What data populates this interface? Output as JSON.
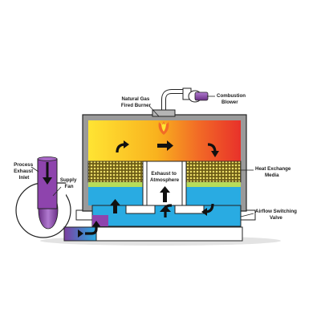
{
  "labels": {
    "combustion_blower": [
      "Combustion",
      "Blower"
    ],
    "natural_gas_burner": [
      "Natural Gas",
      "Fired Burner"
    ],
    "process_exhaust_inlet": [
      "Process",
      "Exhaust",
      "Inlet"
    ],
    "supply_fan": [
      "Supply",
      "Fan"
    ],
    "exhaust_to_atmosphere": [
      "Exhaust to",
      "Atmosphere"
    ],
    "heat_exchange_media": [
      "Heat Exchange",
      "Media"
    ],
    "airflow_switching_valve": [
      "Airflow Switching",
      "Valve"
    ]
  },
  "icons": {
    "flame": "burner-flame-icon",
    "flow_arrow": "airflow-arrow-icon"
  },
  "colors": {
    "outline": "#222222",
    "chamber_gray": "#9a9a9a",
    "hot_yellow": "#ffe433",
    "hot_orange": "#f7941d",
    "hot_red": "#e8312a",
    "cool_blue": "#29abe2",
    "process_purple": "#8e44ad",
    "media_fill": "#7a6a1e",
    "ground_gray": "#d9d9d9"
  }
}
